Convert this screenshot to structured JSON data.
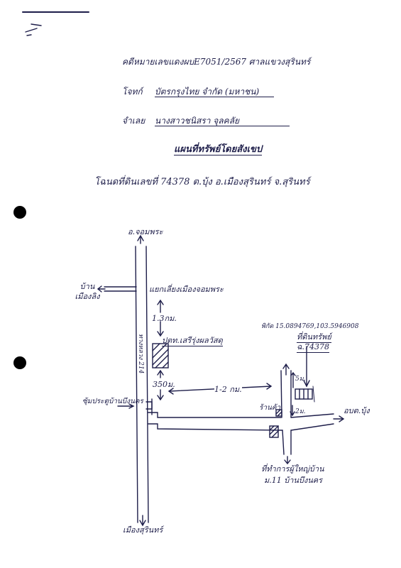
{
  "header": {
    "case_line": "คดีหมายเลขแดงผบE7051/2567 ศาลแขวงสุรินทร์",
    "plaintiff_prefix": "โจทก์",
    "plaintiff_name": "บัตรกรุงไทย จำกัด (มหาชน)",
    "defendant_prefix": "จำเลย",
    "defendant_name": "นางสาวชนิสรา จุลคลัย",
    "map_title": "แผนที่ทรัพย์โดยสังเขป",
    "deed_line": "โฉนดที่ดินเลขที่ 74378 ต.บุ้ง อ.เมืองสุรินทร์ จ.สุรินทร์"
  },
  "map": {
    "north_label": "อ.จอมพระ",
    "south_label": "เมืองสุรินทร์",
    "west_label": "บ้านเมืองลิง",
    "junction_label": "แยกเลี่ยงเมืองจอมพระ",
    "dist_junction": "1.3กม.",
    "station_label": "ปตท.เสรีรุ่งผลวัสดุ",
    "highway_label": "ทางหลวง 214",
    "dist_350": "350ม.",
    "arch_label": "ซุ้มประตูบ้านบึงนคร",
    "dist_main": "1-2 กม.",
    "coords": "พิกัด 15.0894769,103.5946908",
    "property_label": "ที่ดินทรัพย์",
    "property_deed": "ฉ.74378",
    "dist_5m": "5ม.",
    "dist_2m": "2ม.",
    "shop_label": "ร้านค้า",
    "abt_label": "อบต.บุ้ง",
    "headman_line1": "ที่ทำการผู้ใหญ่บ้าน",
    "headman_line2": "ม.11 บ้านบึงนคร"
  },
  "colors": {
    "ink": "#1e1e4a",
    "hole": "#000000"
  }
}
